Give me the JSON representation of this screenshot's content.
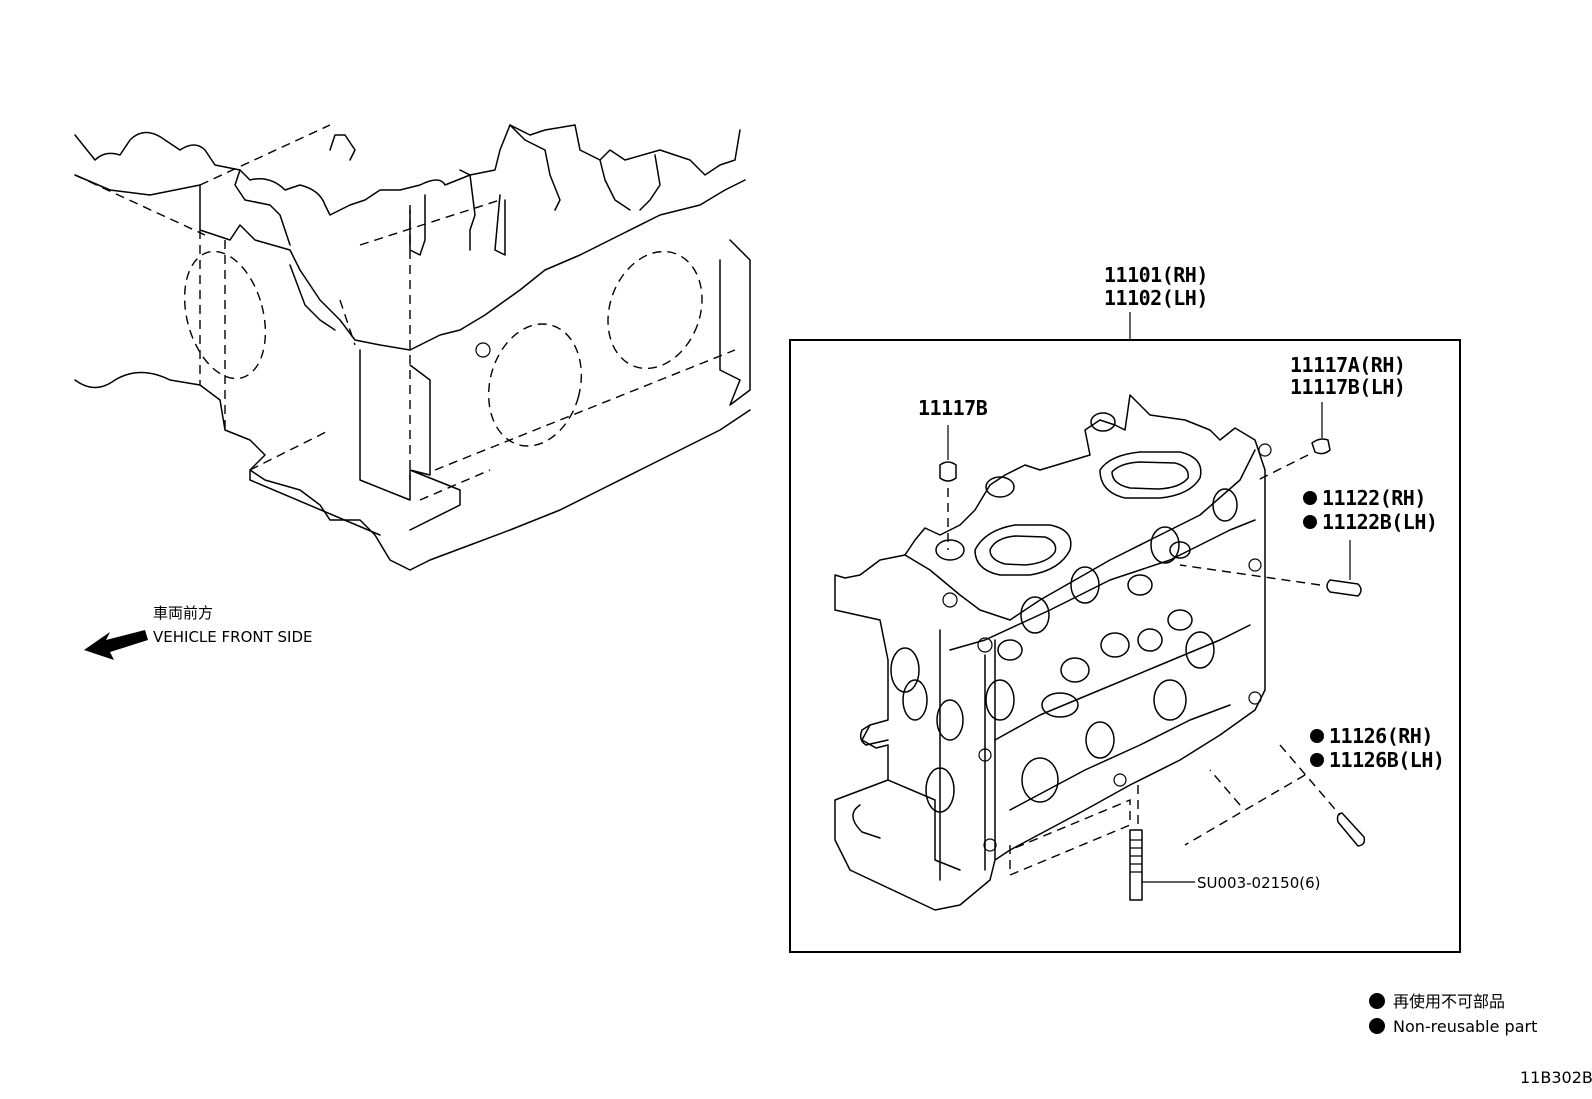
{
  "callouts": {
    "head_rh": "11101(RH)",
    "head_lh": "11102(LH)",
    "pin_top": "11117B",
    "pin_right_rh": "11117A(RH)",
    "pin_right_lh": "11117B(LH)",
    "plug1_rh": "11122(RH)",
    "plug1_lh": "11122B(LH)",
    "plug2_rh": "11126(RH)",
    "plug2_lh": "11126B(LH)",
    "stud": "SU003-02150(6)"
  },
  "direction": {
    "label_jp": "車両前方",
    "label_en": "VEHICLE FRONT SIDE"
  },
  "legend": {
    "nonreusable_jp": "再使用不可部品",
    "nonreusable_en": "Non-reusable part"
  },
  "diagram_code": "11B302B"
}
